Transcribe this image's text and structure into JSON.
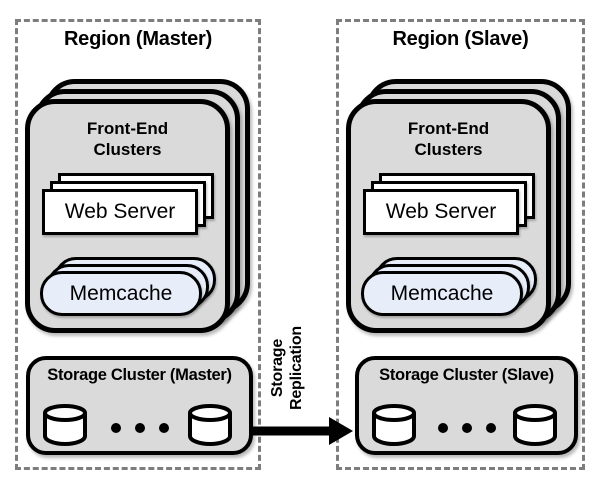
{
  "regions": [
    {
      "title": "Region (Master)",
      "front_end": {
        "title": "Front-End Clusters",
        "web_server_label": "Web Server",
        "memcache_label": "Memcache"
      },
      "storage": {
        "title": "Storage Cluster (Master)"
      }
    },
    {
      "title": "Region (Slave)",
      "front_end": {
        "title": "Front-End Clusters",
        "web_server_label": "Web Server",
        "memcache_label": "Memcache"
      },
      "storage": {
        "title": "Storage Cluster (Slave)"
      }
    }
  ],
  "replication_label": {
    "line1": "Storage",
    "line2": "Replication"
  },
  "colors": {
    "background": "#ffffff",
    "cluster_fill": "#dadada",
    "memcache_fill": "#e7edf9",
    "web_server_fill": "#ffffff",
    "solid_border": "#000000",
    "dashed_border": "#7d7d7d"
  }
}
